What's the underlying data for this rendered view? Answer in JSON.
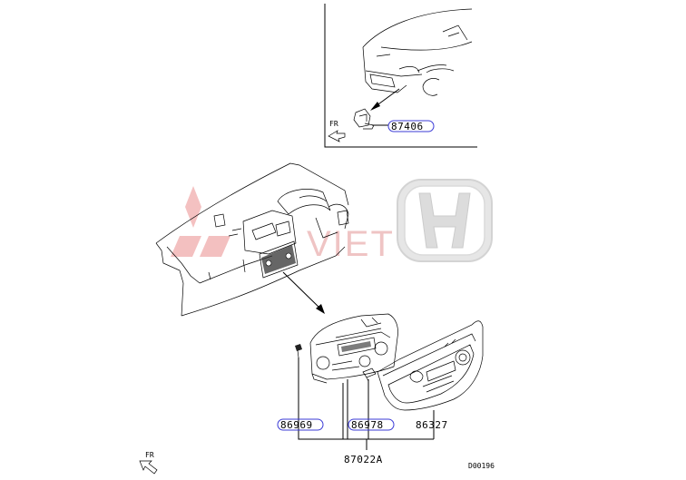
{
  "inset": {
    "part_label": "87406",
    "fr_label": "FR"
  },
  "main": {
    "fr_label": "FR",
    "labels": {
      "screw": "86969",
      "clip": "86978",
      "panel": "86327",
      "assembly": "87022A"
    },
    "diagram_code": "D00196"
  },
  "watermark": {
    "brand_text": "VIET",
    "color": "#e9a0a0",
    "honda_color": "#d8d8d8"
  },
  "colors": {
    "line": "#000000",
    "pill": "#3b3bd6"
  }
}
